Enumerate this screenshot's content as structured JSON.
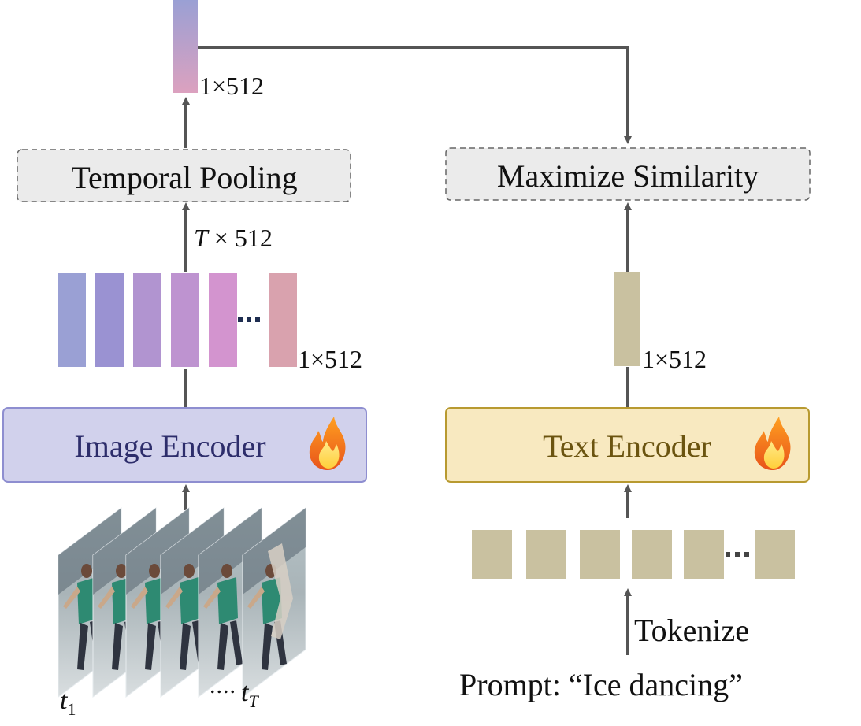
{
  "video_branch": {
    "pooling_label": "Temporal Pooling",
    "pooled_dim": "1×512",
    "seq_dim_var": "T",
    "seq_dim_rest": " × 512",
    "frame_feature_dim": "1×512",
    "encoder_label": "Image Encoder",
    "encoder_icon": "fire-icon",
    "frame_label_first": "t",
    "frame_label_first_sub": "1",
    "frame_label_last": "t",
    "frame_label_last_sub": "T",
    "frames_ellipsis": "....",
    "features_ellipsis": "..."
  },
  "text_branch": {
    "similarity_label": "Maximize Similarity",
    "text_feature_dim": "1×512",
    "encoder_label": "Text Encoder",
    "encoder_icon": "fire-icon",
    "tokens_ellipsis": "...",
    "tokenize_label": "Tokenize",
    "prompt_label": "Prompt: “Ice dancing”"
  },
  "colors": {
    "arrow": "#555555",
    "image_encoder_fill": "#d1d1ec",
    "image_encoder_border": "#8e8ed0",
    "image_encoder_text": "#2d2d6b",
    "text_encoder_fill": "#f8e9c0",
    "text_encoder_border": "#b89a30",
    "text_encoder_text": "#6b5410",
    "dashed_box_fill": "#ebebeb",
    "token_fill": "#c9c1a0",
    "feature_gradient": [
      "#9aa0d4",
      "#9a92d2",
      "#b194d0",
      "#be93d0",
      "#d394cf",
      "#d9a2ae"
    ]
  }
}
